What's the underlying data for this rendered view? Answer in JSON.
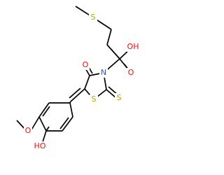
{
  "structure": {
    "atoms": {
      "s_methyl": {
        "text": "S",
        "color": "#b3a400"
      },
      "o_acid_carbonyl": {
        "text": "O",
        "color": "#ff0d0d"
      },
      "oh_acid": {
        "text": "OH",
        "color": "#ff0d0d"
      },
      "o_ring_carbonyl": {
        "text": "O",
        "color": "#ff0d0d"
      },
      "n_ring": {
        "text": "N",
        "color": "#3050f8"
      },
      "s_ring": {
        "text": "S",
        "color": "#b3a400"
      },
      "s_thione": {
        "text": "S",
        "color": "#b3a400"
      },
      "o_methoxy": {
        "text": "O",
        "color": "#ff0d0d"
      },
      "ho_phenol": {
        "text": "HO",
        "color": "#ff0d0d"
      }
    }
  }
}
